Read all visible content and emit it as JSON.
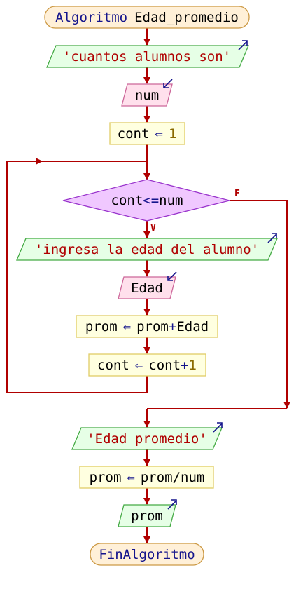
{
  "start": {
    "keyword": "Algoritmo",
    "name": "Edad_promedio"
  },
  "write1": {
    "text": "'cuantos alumnos son'"
  },
  "read1": {
    "var": "num"
  },
  "assign1": {
    "target": "cont",
    "value": "1"
  },
  "decision": {
    "left": "cont",
    "op": "<=",
    "right": "num",
    "true_label": "V",
    "false_label": "F"
  },
  "write2": {
    "text": "'ingresa la edad del alumno'"
  },
  "read2": {
    "var": "Edad"
  },
  "assign2": {
    "target": "prom",
    "expr_a": "prom",
    "plus": "+",
    "expr_b": "Edad"
  },
  "assign3": {
    "target": "cont",
    "expr_a": "cont",
    "plus": "+",
    "expr_b": "1"
  },
  "write3": {
    "text": "'Edad promedio'"
  },
  "assign4": {
    "target": "prom",
    "expr": "prom/num"
  },
  "write4": {
    "text": "prom"
  },
  "end": {
    "keyword": "FinAlgoritmo"
  },
  "assign_arrow": "⇐",
  "colors": {
    "flow": "#b00000",
    "io_fill": "#e6ffe6",
    "io_stroke": "#44aa44",
    "read_fill": "#ffe0ec",
    "read_stroke": "#cc6699",
    "proc_fill": "#ffffe0",
    "proc_stroke": "#e0cc66",
    "decision_fill": "#f0c8ff",
    "decision_stroke": "#9933cc",
    "terminal_fill": "#fff0d8",
    "terminal_stroke": "#cc9944"
  }
}
